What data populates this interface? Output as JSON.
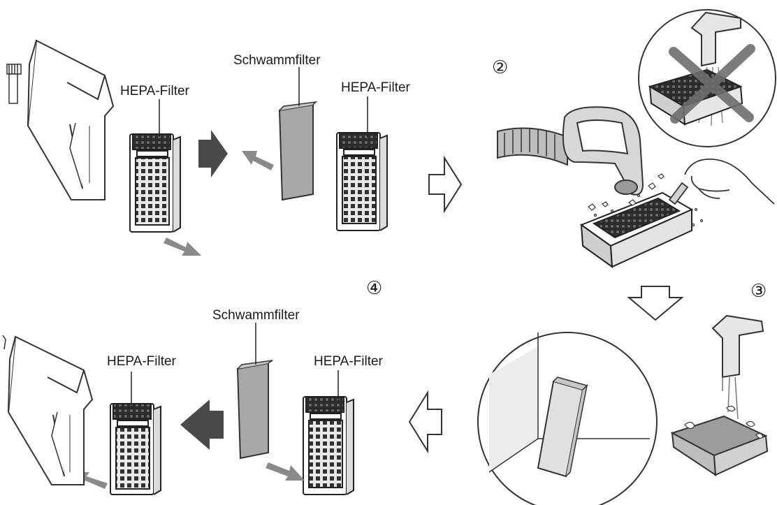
{
  "labels": {
    "hepa_filter": "HEPA-Filter",
    "sponge_filter": "Schwammfilter"
  },
  "steps": {
    "step2": "②",
    "step3": "③",
    "step4": "④"
  },
  "colors": {
    "line": "#333333",
    "filter_gray": "#a8a8a8",
    "dark_arrow": "#4a4a4a",
    "light_arrow": "#8a8a8a",
    "hollow_arrow_fill": "#ffffff"
  }
}
